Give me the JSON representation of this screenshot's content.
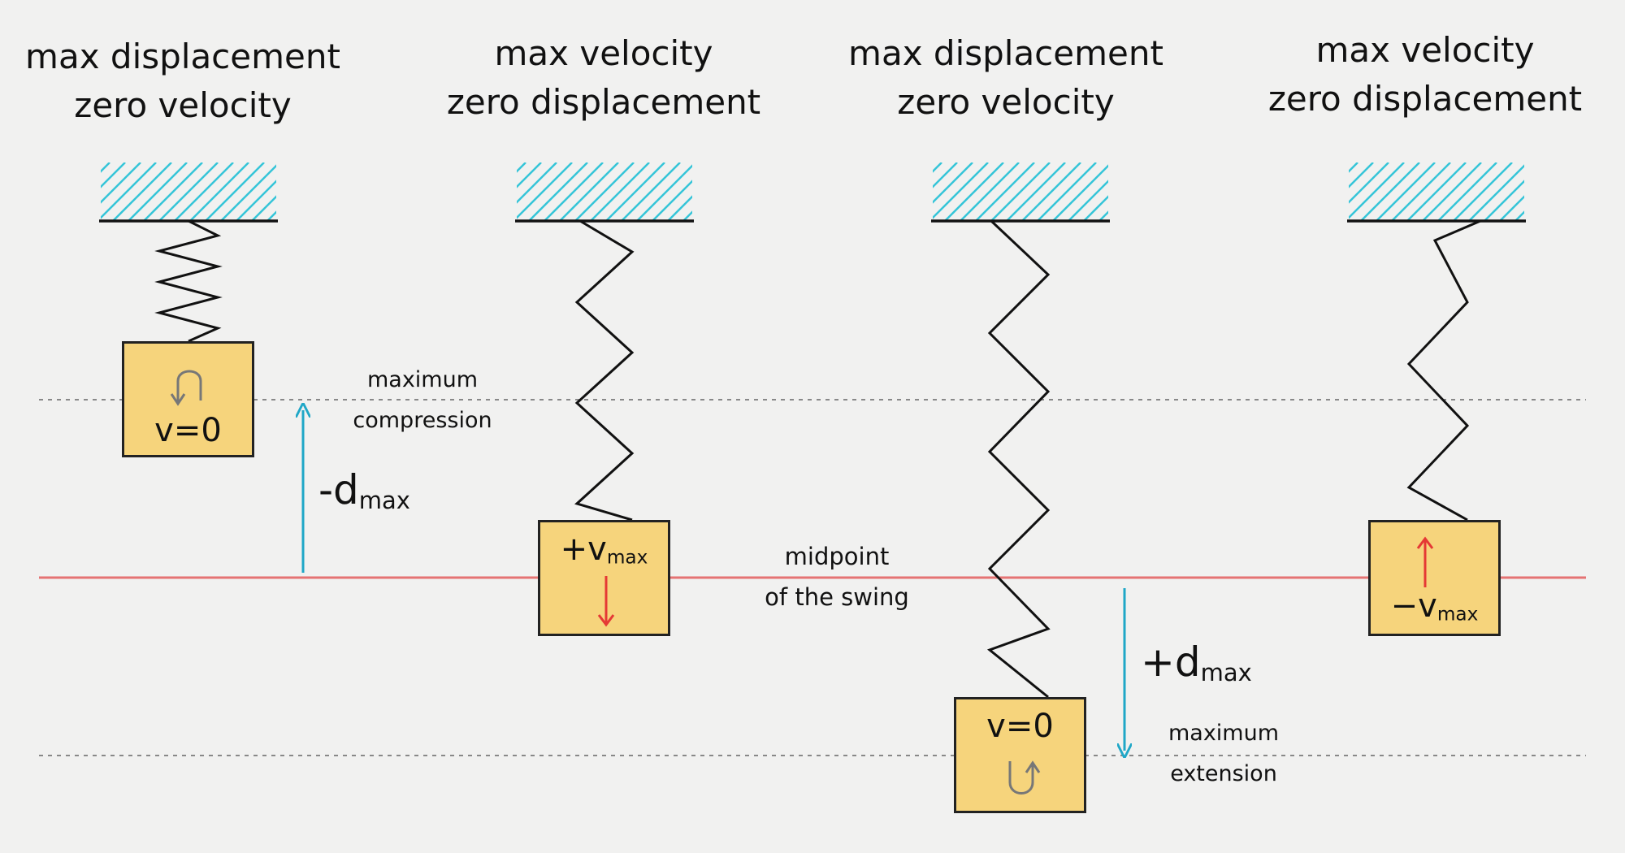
{
  "panels": [
    {
      "title_line1": "max displacement",
      "title_line2": "zero velocity",
      "mass_label": "v=0",
      "state": "max compression"
    },
    {
      "title_line1": "max velocity",
      "title_line2": "zero displacement",
      "mass_label_main": "+v",
      "mass_label_sub": "max",
      "state": "midpoint moving down"
    },
    {
      "title_line1": "max displacement",
      "title_line2": "zero velocity",
      "mass_label": "v=0",
      "state": "max extension"
    },
    {
      "title_line1": "max velocity",
      "title_line2": "zero displacement",
      "mass_label_main": "−v",
      "mass_label_sub": "max",
      "state": "midpoint moving up"
    }
  ],
  "annotations": {
    "compression_line1": "maximum",
    "compression_line2": "compression",
    "midpoint_line1": "midpoint",
    "midpoint_line2": "of the swing",
    "extension_line1": "maximum",
    "extension_line2": "extension",
    "neg_dmax_main": "-d",
    "neg_dmax_sub": "max",
    "pos_dmax_main": "+d",
    "pos_dmax_sub": "max"
  },
  "colors": {
    "background": "#f1f1f0",
    "ceiling_hatch": "#35c5d8",
    "mass_fill": "#f6d47c",
    "midline": "#e57373",
    "displacement_arrow": "#1fa7c7",
    "velocity_arrow": "#e53935",
    "reference_line": "#888888"
  },
  "icons": {
    "ceiling": "hatched-ceiling",
    "spring": "zigzag-spring",
    "turn_down_up": "u-turn-arrow-icon",
    "turn_up_down": "u-turn-arrow-icon"
  }
}
